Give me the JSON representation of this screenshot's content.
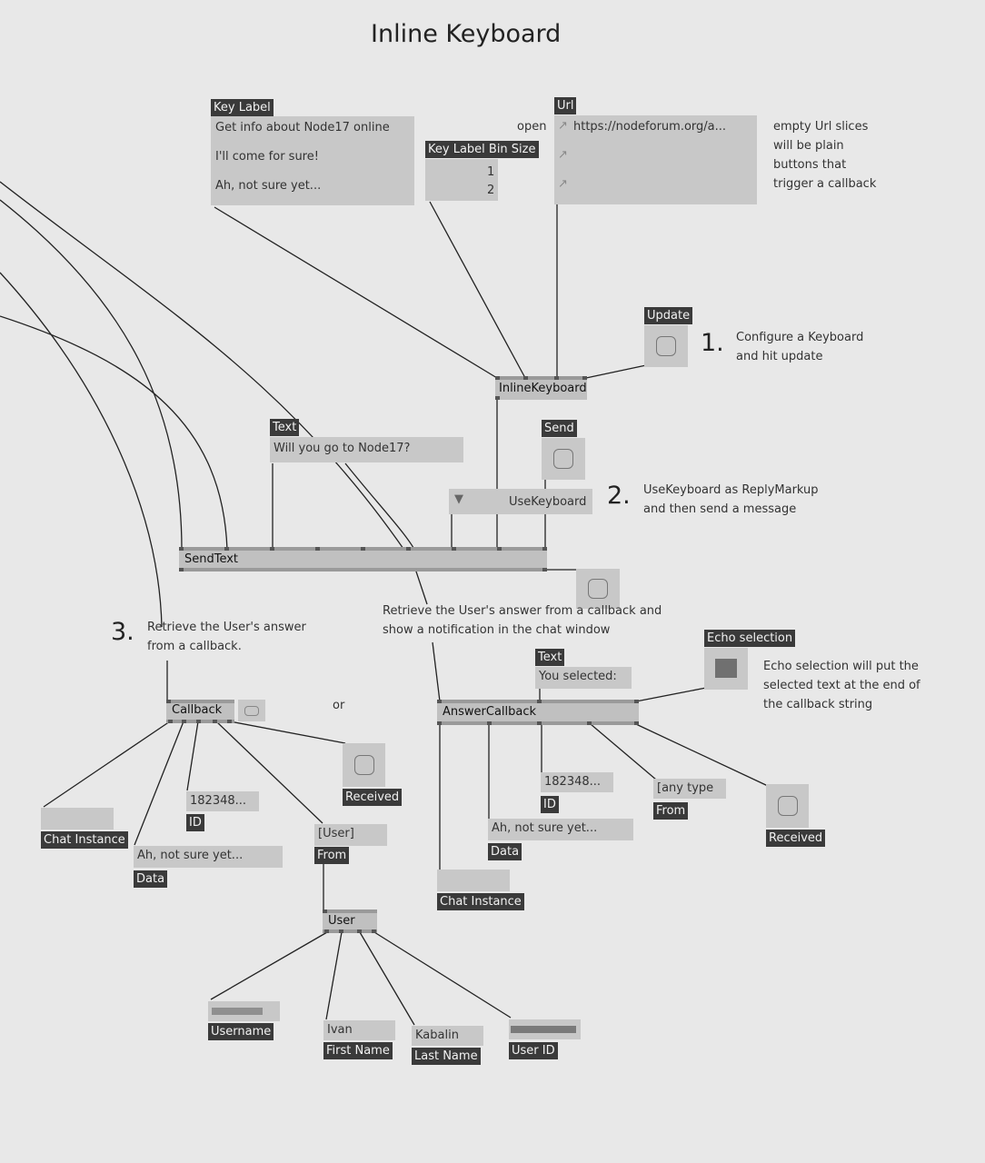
{
  "title": "Inline Keyboard",
  "key_label": {
    "label": "Key Label",
    "items": [
      "Get info about Node17 online",
      "I'll come for sure!",
      "Ah, not sure yet..."
    ]
  },
  "key_label_bin_size": {
    "label": "Key Label Bin Size",
    "values": [
      "1",
      "2"
    ]
  },
  "url": {
    "label": "Url",
    "open_text": "open",
    "value": "https://nodeforum.org/a...",
    "arrow": "↗"
  },
  "url_note": [
    "empty Url slices",
    "will be plain",
    "buttons that",
    "trigger a callback"
  ],
  "update": {
    "label": "Update"
  },
  "step1": {
    "number": "1.",
    "lines": [
      "Configure a Keyboard",
      "and hit update"
    ]
  },
  "inline_keyboard_node": "InlineKeyboard",
  "text1": {
    "label": "Text",
    "value": "Will you go to Node17?"
  },
  "send": {
    "label": "Send"
  },
  "use_keyboard": {
    "value": "UseKeyboard",
    "arrow": "▼"
  },
  "step2": {
    "number": "2.",
    "lines": [
      "UseKeyboard as ReplyMarkup",
      "and then send a message"
    ]
  },
  "send_text_node": "SendText",
  "step3": {
    "number": "3.",
    "lines": [
      "Retrieve the User's answer",
      "from a callback."
    ]
  },
  "retrieve_note": [
    "Retrieve the User's answer from a callback and",
    "show a notification in the chat window"
  ],
  "echo_selection": {
    "label": "Echo selection",
    "lines": [
      "Echo selection will put the",
      "selected text at the end of",
      "the callback string"
    ]
  },
  "text2": {
    "label": "Text",
    "value": "You selected:"
  },
  "or_text": "or",
  "callback_node": "Callback",
  "answer_callback_node": "AnswerCallback",
  "left_outputs": {
    "chat_instance": "Chat Instance",
    "id_value": "182348...",
    "id_label": "ID",
    "data_value": "Ah, not sure yet...",
    "data_label": "Data",
    "from_value": "[User]",
    "from_label": "From",
    "received_label": "Received"
  },
  "right_outputs": {
    "id_value": "182348...",
    "id_label": "ID",
    "data_value": "Ah, not sure yet...",
    "data_label": "Data",
    "from_value": "[any type",
    "from_label": "From",
    "received_label": "Received",
    "chat_instance": "Chat Instance"
  },
  "user_node": "User",
  "user_outputs": {
    "username_label": "Username",
    "first_name_value": "Ivan",
    "first_name_label": "First Name",
    "last_name_value": "Kabalin",
    "last_name_label": "Last Name",
    "user_id_label": "User ID"
  }
}
